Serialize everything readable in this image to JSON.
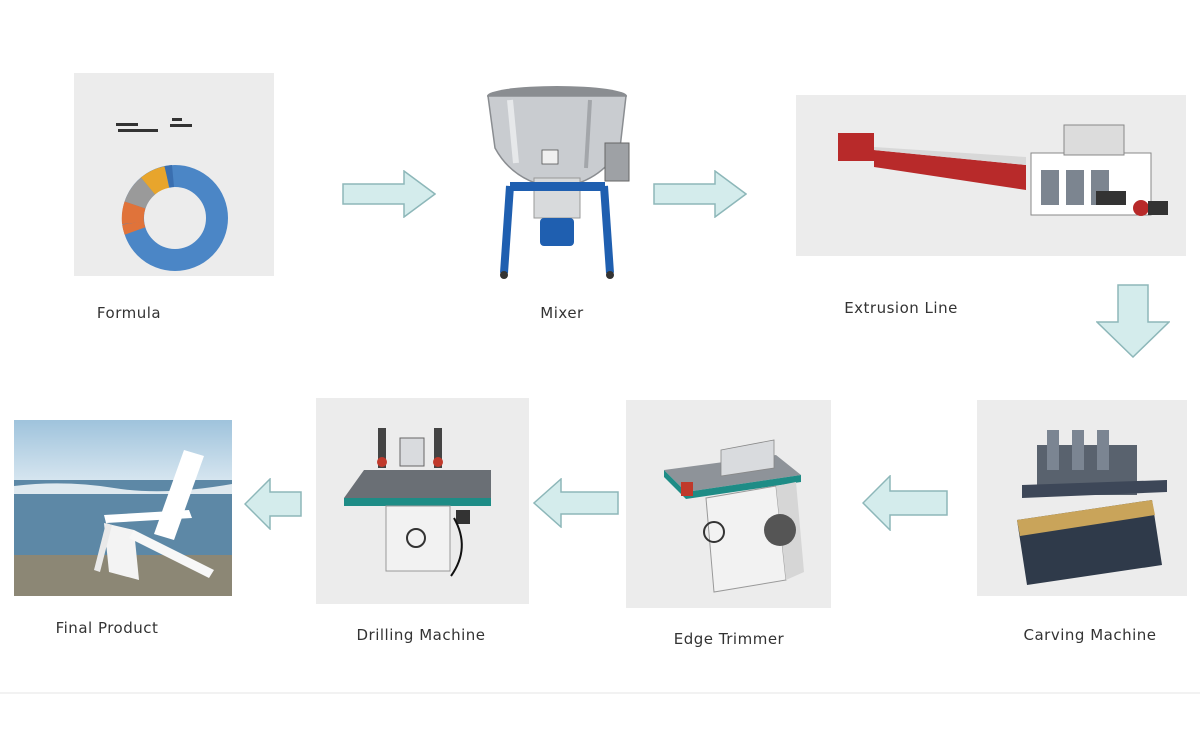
{
  "steps": [
    {
      "id": "formula",
      "label": "Formula"
    },
    {
      "id": "mixer",
      "label": "Mixer"
    },
    {
      "id": "extrusion",
      "label": "Extrusion Line"
    },
    {
      "id": "carving",
      "label": "Carving Machine"
    },
    {
      "id": "trimmer",
      "label": "Edge Trimmer"
    },
    {
      "id": "drilling",
      "label": "Drilling Machine"
    },
    {
      "id": "final",
      "label": "Final Product"
    }
  ],
  "colors": {
    "arrow_fill": "#d4ecec",
    "arrow_stroke": "#8db7b9",
    "machine_blue": "#1f5fb0",
    "machine_teal": "#1e8c86",
    "steel": "#b9bcc0",
    "donut_blue": "#4b86c6",
    "donut_orange": "#e0733a",
    "donut_gray": "#9a9a9a",
    "donut_yellow": "#e8a52c"
  },
  "icons": [
    "right-arrow-icon",
    "down-arrow-icon",
    "left-arrow-icon"
  ]
}
